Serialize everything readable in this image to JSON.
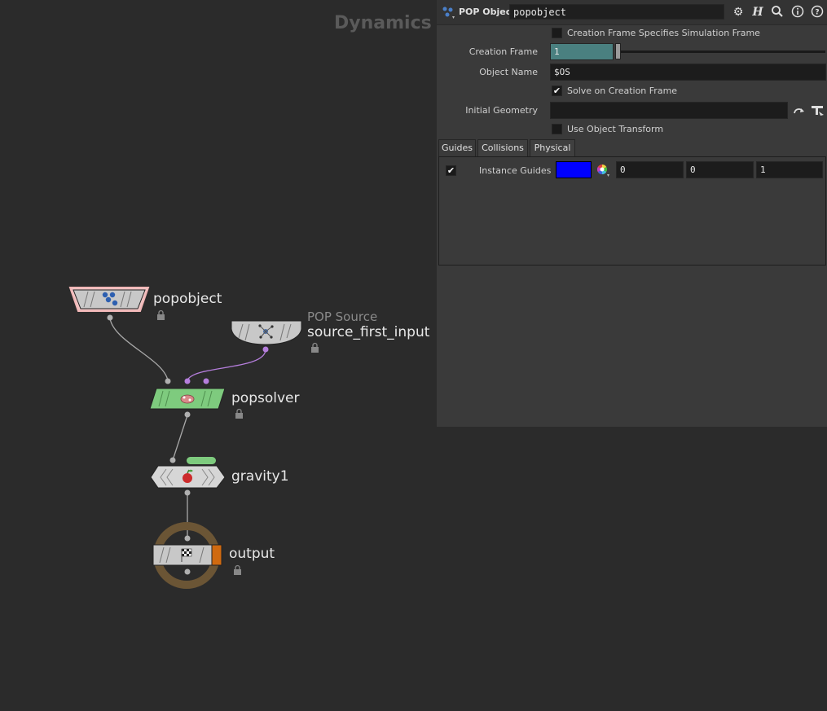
{
  "network": {
    "title": "Dynamics",
    "nodes": {
      "popobject": {
        "label": "popobject"
      },
      "source": {
        "type_label": "POP Source",
        "label": "source_first_input"
      },
      "popsolver": {
        "label": "popsolver"
      },
      "gravity": {
        "label": "gravity1"
      },
      "output": {
        "label": "output"
      }
    }
  },
  "params": {
    "header": {
      "op_type": "POP Object",
      "node_name": "popobject"
    },
    "creation_frame_specifies_sim": {
      "label": "Creation Frame Specifies Simulation Frame",
      "checked": false
    },
    "creation_frame": {
      "label": "Creation Frame",
      "value": "1"
    },
    "object_name": {
      "label": "Object Name",
      "value": "$OS"
    },
    "solve_on_creation": {
      "label": "Solve on Creation Frame",
      "checked": true
    },
    "initial_geometry": {
      "label": "Initial Geometry",
      "value": ""
    },
    "use_object_transform": {
      "label": "Use Object Transform",
      "checked": false
    },
    "tabs": [
      {
        "label": "Guides"
      },
      {
        "label": "Collisions"
      },
      {
        "label": "Physical"
      }
    ],
    "instance_guides": {
      "label": "Instance Guides",
      "checked": true,
      "color": "#0000ff",
      "r": "0",
      "g": "0",
      "b": "1"
    }
  },
  "colors": {
    "background": "#2b2b2b",
    "param_bg": "#3a3a3a",
    "solver_node": "#7ecb7e",
    "slider_fill": "#4a8080",
    "output_ring": "#6b5535",
    "output_flag": "#d06a10",
    "purple_wire": "#b57edc"
  }
}
